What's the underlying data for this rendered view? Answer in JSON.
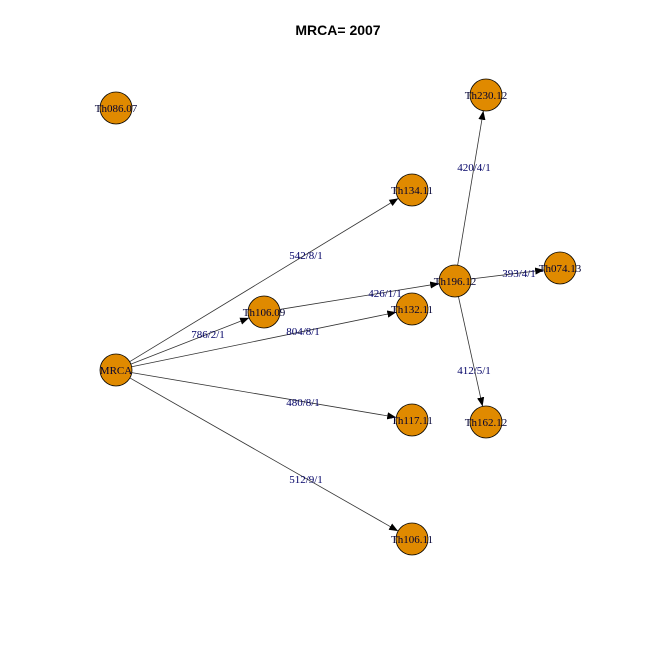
{
  "title": "MRCA= 2007",
  "node_color": "#E08A00",
  "label_color": "#000066",
  "nodes": [
    {
      "id": "Th086.07",
      "label": "Th086.07"
    },
    {
      "id": "Th230.12",
      "label": "Th230.12"
    },
    {
      "id": "Th134.11",
      "label": "Th134.11"
    },
    {
      "id": "Th074.13",
      "label": "Th074.13"
    },
    {
      "id": "Th196.12",
      "label": "Th196.12"
    },
    {
      "id": "Th106.09",
      "label": "Th106.09"
    },
    {
      "id": "Th132.11",
      "label": "Th132.11"
    },
    {
      "id": "MRCA",
      "label": "MRCA"
    },
    {
      "id": "Th117.11",
      "label": "Th117.11"
    },
    {
      "id": "Th162.12",
      "label": "Th162.12"
    },
    {
      "id": "Th106.11",
      "label": "Th106.11"
    }
  ],
  "edges": [
    {
      "source": "MRCA",
      "target": "Th134.11",
      "label": "542/8/1"
    },
    {
      "source": "MRCA",
      "target": "Th106.09",
      "label": "786/2/1"
    },
    {
      "source": "MRCA",
      "target": "Th132.11",
      "label": "804/8/1"
    },
    {
      "source": "MRCA",
      "target": "Th117.11",
      "label": "480/8/1"
    },
    {
      "source": "MRCA",
      "target": "Th106.11",
      "label": "512/9/1"
    },
    {
      "source": "Th106.09",
      "target": "Th196.12",
      "label": "426/1/1"
    },
    {
      "source": "Th196.12",
      "target": "Th230.12",
      "label": "420/4/1"
    },
    {
      "source": "Th196.12",
      "target": "Th074.13",
      "label": "393/4/1"
    },
    {
      "source": "Th196.12",
      "target": "Th162.12",
      "label": "412/5/1"
    }
  ]
}
